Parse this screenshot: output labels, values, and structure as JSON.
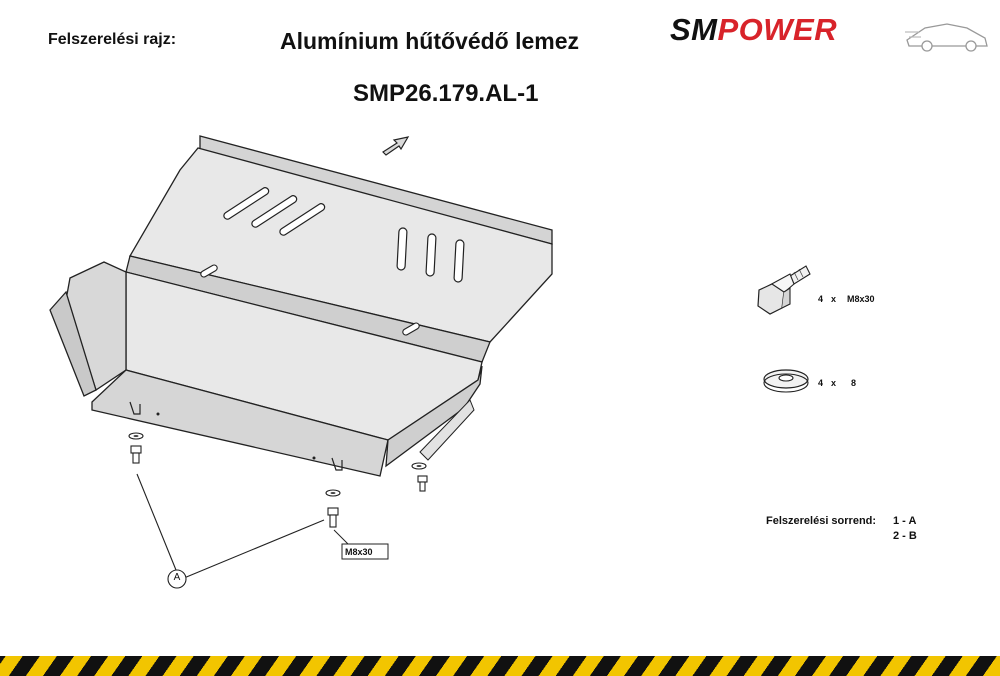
{
  "header": {
    "drawing_label": "Felszerelési rajz:",
    "title": "Alumínium hűtővédő lemez",
    "part_code": "SMP26.179.AL-1"
  },
  "logo": {
    "part1": "SM",
    "part2": "POWER",
    "accent_color": "#d8232a"
  },
  "parts": [
    {
      "qty": "4",
      "x": "x",
      "spec": "M8x30",
      "icon": "bolt-icon"
    },
    {
      "qty": "4",
      "x": "x",
      "spec": "8",
      "icon": "washer-icon"
    }
  ],
  "callouts": {
    "bolt_label": "M8x30",
    "point_label": "A"
  },
  "install_order": {
    "label": "Felszerelési sorrend:",
    "step1": "1 - A",
    "step2": "2 - B"
  },
  "colors": {
    "plate": "#e6e6e6",
    "outline": "#222222",
    "stripe_yellow": "#f2c500"
  }
}
